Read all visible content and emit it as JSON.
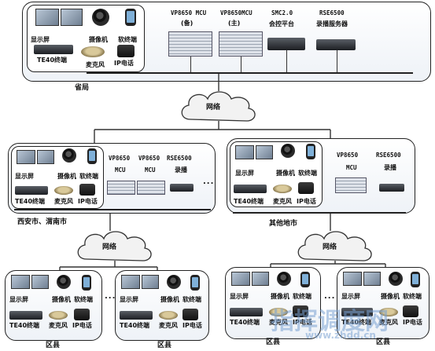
{
  "province": {
    "label": "省局",
    "terminal": {
      "display": "显示屏",
      "camera": "摄像机",
      "softclient": "软终端",
      "te40": "TE40终端",
      "mic": "麦克风",
      "ipphone": "IP电话"
    },
    "devices": [
      {
        "line1": "VP8650 MCU",
        "line2": "(备)"
      },
      {
        "line1": "VP8650MCU",
        "line2": "(主)"
      },
      {
        "line1": "SMC2.0",
        "line2": "会控平台"
      },
      {
        "line1": "RSE6500",
        "line2": "录播服务器"
      }
    ]
  },
  "network_label": "网络",
  "xian": {
    "label": "西安市、渭南市",
    "terminal": {
      "display": "显示屏",
      "camera": "摄像机",
      "softclient": "软终端",
      "te40": "TE40终端",
      "mic": "麦克风",
      "ipphone": "IP电话"
    },
    "devices": [
      {
        "line1": "VP8650",
        "line2": "MCU"
      },
      {
        "line1": "VP8650",
        "line2": "MCU"
      },
      {
        "line1": "RSE6500",
        "line2": "录播"
      }
    ],
    "dots": "..."
  },
  "other": {
    "label": "其他地市",
    "terminal": {
      "display": "显示屏",
      "camera": "摄像机",
      "softclient": "软终端",
      "te40": "TE40终端",
      "mic": "麦克风",
      "ipphone": "IP电话"
    },
    "devices": [
      {
        "line1": "VP8650",
        "line2": "MCU"
      },
      {
        "line1": "RSE6500",
        "line2": "录播"
      }
    ]
  },
  "counties": [
    {
      "label": "区县",
      "terminal": {
        "display": "显示屏",
        "camera": "摄像机",
        "softclient": "软终端",
        "te40": "TE40终端",
        "mic": "麦克风",
        "ipphone": "IP电话"
      }
    },
    {
      "label": "区县",
      "terminal": {
        "display": "显示屏",
        "camera": "摄像机",
        "softclient": "软终端",
        "te40": "TE40终端",
        "mic": "麦克风",
        "ipphone": "IP电话"
      }
    },
    {
      "label": "区县",
      "terminal": {
        "display": "显示屏",
        "camera": "摄像机",
        "softclient": "软终端",
        "te40": "TE40终端",
        "mic": "麦克风",
        "ipphone": "IP电话"
      }
    },
    {
      "label": "区县",
      "terminal": {
        "display": "显示屏",
        "camera": "摄像机",
        "softclient": "软终端",
        "te40": "TE40终端",
        "mic": "麦克风",
        "ipphone": "IP电话"
      }
    }
  ],
  "ellipsis": "...",
  "watermark": {
    "text": "指挥调度网",
    "subtext": "www.zhdd.cn"
  }
}
